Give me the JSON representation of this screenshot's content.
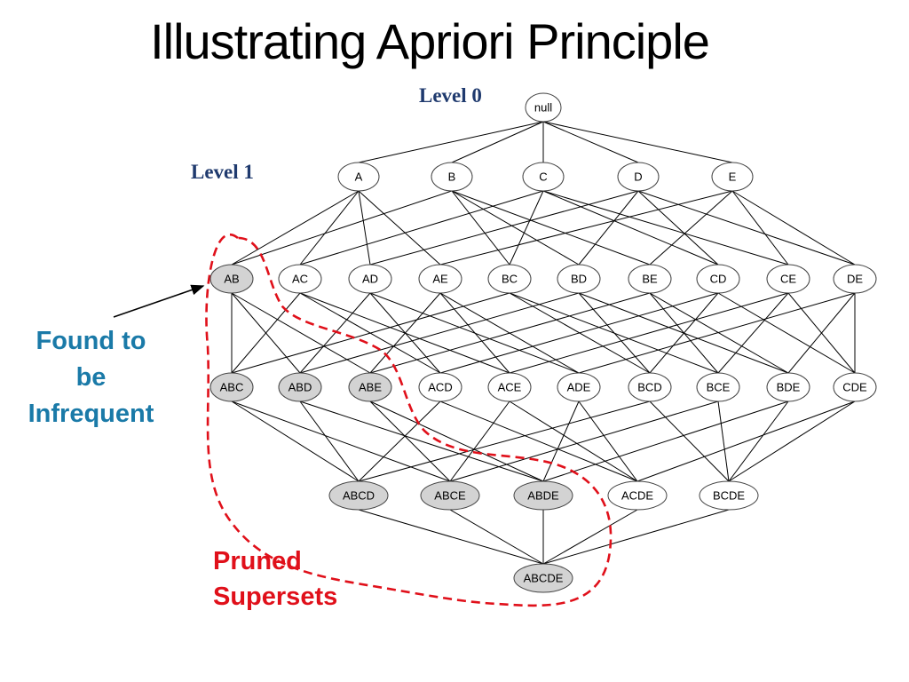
{
  "title": "Illustrating Apriori Principle",
  "level_labels": {
    "level0": "Level 0",
    "level1": "Level 1"
  },
  "annotations": {
    "found_infrequent": [
      "Found to",
      "be",
      "Infrequent"
    ],
    "pruned_supersets": [
      "Pruned",
      "Supersets"
    ]
  },
  "colors": {
    "node_fill": "#ffffff",
    "node_fill_pruned": "#d3d3d3",
    "edge": "#000000",
    "pruned_outline": "#e0101a",
    "found_text": "#1a7aa8",
    "level_text": "#1f3a6e"
  },
  "items": [
    "A",
    "B",
    "C",
    "D",
    "E"
  ],
  "levels": [
    [
      "null"
    ],
    [
      "A",
      "B",
      "C",
      "D",
      "E"
    ],
    [
      "AB",
      "AC",
      "AD",
      "AE",
      "BC",
      "BD",
      "BE",
      "CD",
      "CE",
      "DE"
    ],
    [
      "ABC",
      "ABD",
      "ABE",
      "ACD",
      "ACE",
      "ADE",
      "BCD",
      "BCE",
      "BDE",
      "CDE"
    ],
    [
      "ABCD",
      "ABCE",
      "ABDE",
      "ACDE",
      "BCDE"
    ],
    [
      "ABCDE"
    ]
  ],
  "pruned": [
    "AB",
    "ABC",
    "ABD",
    "ABE",
    "ABCD",
    "ABCE",
    "ABDE",
    "ABCDE"
  ]
}
